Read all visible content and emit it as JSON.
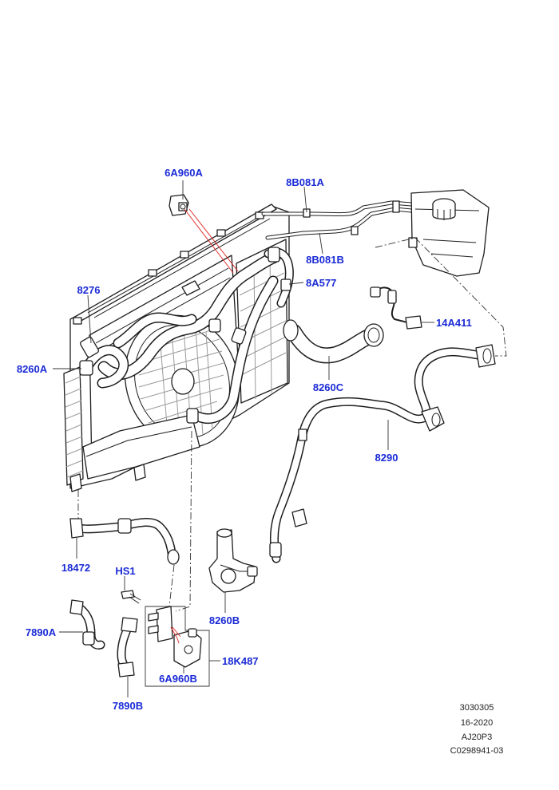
{
  "diagram": {
    "callouts": [
      {
        "id": "6A960A",
        "text": "6A960A"
      },
      {
        "id": "8B081A",
        "text": "8B081A"
      },
      {
        "id": "8B081B",
        "text": "8B081B"
      },
      {
        "id": "8276",
        "text": "8276"
      },
      {
        "id": "8A577",
        "text": "8A577"
      },
      {
        "id": "14A411",
        "text": "14A411"
      },
      {
        "id": "8260A",
        "text": "8260A"
      },
      {
        "id": "8260C",
        "text": "8260C"
      },
      {
        "id": "8290",
        "text": "8290"
      },
      {
        "id": "18472",
        "text": "18472"
      },
      {
        "id": "HS1",
        "text": "HS1"
      },
      {
        "id": "8260B",
        "text": "8260B"
      },
      {
        "id": "7890A",
        "text": "7890A"
      },
      {
        "id": "18K487",
        "text": "18K487"
      },
      {
        "id": "6A960B",
        "text": "6A960B"
      },
      {
        "id": "7890B",
        "text": "7890B"
      }
    ],
    "reference": [
      "3030305",
      "16-2020",
      "AJ20P3",
      "C0298941-03"
    ]
  }
}
